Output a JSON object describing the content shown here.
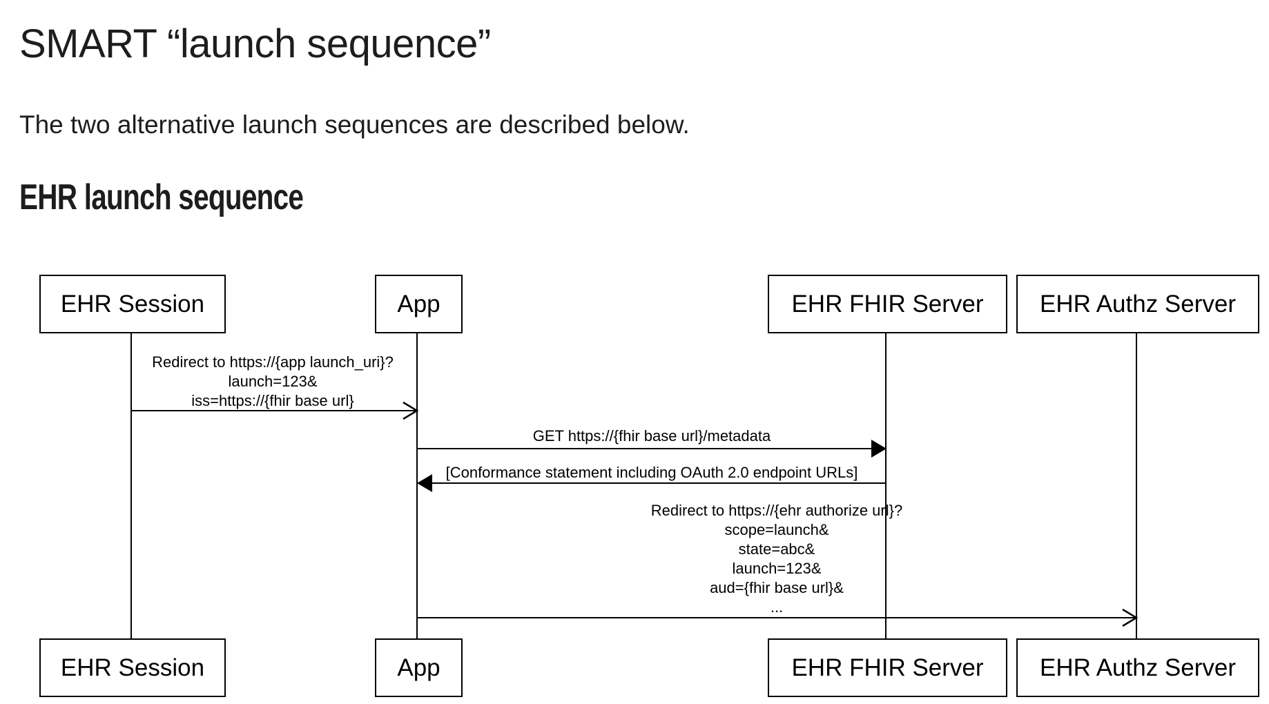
{
  "page": {
    "title": "SMART “launch sequence”",
    "intro": "The two alternative launch sequences are described below.",
    "section_heading": "EHR launch sequence"
  },
  "diagram": {
    "type": "sequence-diagram",
    "actors": [
      {
        "label": "EHR Session"
      },
      {
        "label": "App"
      },
      {
        "label": "EHR FHIR Server"
      },
      {
        "label": "EHR Authz Server"
      }
    ],
    "messages": [
      {
        "from": "EHR Session",
        "to": "App",
        "arrowhead": "open",
        "lines": [
          "Redirect to https://{app launch_uri}?",
          "launch=123&",
          "iss=https://{fhir base url}"
        ]
      },
      {
        "from": "App",
        "to": "EHR FHIR Server",
        "arrowhead": "solid",
        "lines": [
          "GET https://{fhir base url}/metadata"
        ]
      },
      {
        "from": "EHR FHIR Server",
        "to": "App",
        "arrowhead": "solid",
        "lines": [
          "[Conformance statement including OAuth 2.0 endpoint URLs]"
        ]
      },
      {
        "from": "App",
        "to": "EHR Authz Server",
        "arrowhead": "open",
        "lines": [
          "Redirect to https://{ehr authorize url}?",
          "scope=launch&",
          "state=abc&",
          "launch=123&",
          "aud={fhir base url}&",
          "..."
        ]
      }
    ],
    "colors": {
      "stroke": "#000000",
      "box_fill": "#ffffff",
      "prose_text": "#1d1d1f"
    }
  }
}
